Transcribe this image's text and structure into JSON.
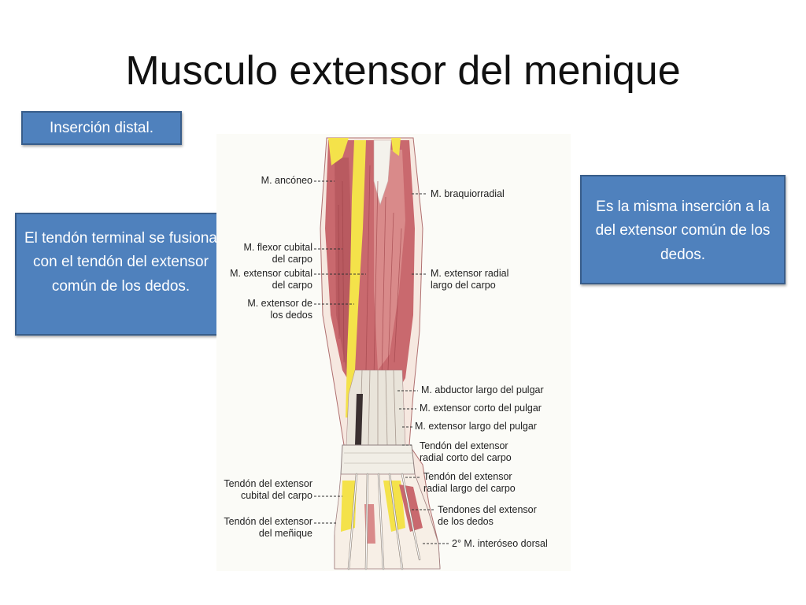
{
  "slide": {
    "title": "Musculo extensor del menique",
    "callouts": {
      "distal": "Inserción distal.",
      "left": "El tendón terminal se fusiona con el tendón del extensor común de los dedos.",
      "right": "Es la misma inserción a la del extensor común de los dedos."
    }
  },
  "figure": {
    "labels": {
      "anconeo": "M. ancóneo",
      "flexor_cubital_1": "M. flexor cubital",
      "flexor_cubital_2": "del carpo",
      "ext_cubital_1": "M. extensor cubital",
      "ext_cubital_2": "del carpo",
      "ext_dedos_1": "M. extensor de",
      "ext_dedos_2": "los dedos",
      "braquiorradial": "M. braquiorradial",
      "ext_radial_largo_1": "M. extensor radial",
      "ext_radial_largo_2": "largo del carpo",
      "abductor_largo": "M. abductor largo del pulgar",
      "ext_corto_pulgar": "M. extensor corto del pulgar",
      "ext_largo_pulgar": "M. extensor largo del pulgar",
      "tendon_radial_corto_1": "Tendón del extensor",
      "tendon_radial_corto_2": "radial corto del carpo",
      "tendon_radial_largo_1": "Tendón del extensor",
      "tendon_radial_largo_2": "radial largo del carpo",
      "tendones_dedos_1": "Tendones del extensor",
      "tendones_dedos_2": "de los dedos",
      "interoseo": "2° M. interóseo dorsal",
      "tendon_cubital_1": "Tendón del extensor",
      "tendon_cubital_2": "cubital del carpo",
      "tendon_menique_1": "Tendón del extensor",
      "tendon_menique_2": "del meñique"
    },
    "colors": {
      "muscle": "#c9696e",
      "muscle_light": "#e8a4a4",
      "tendon": "#f2f0e8",
      "bone_yellow": "#f4e24a",
      "callout_fill": "#4f81bd"
    }
  }
}
